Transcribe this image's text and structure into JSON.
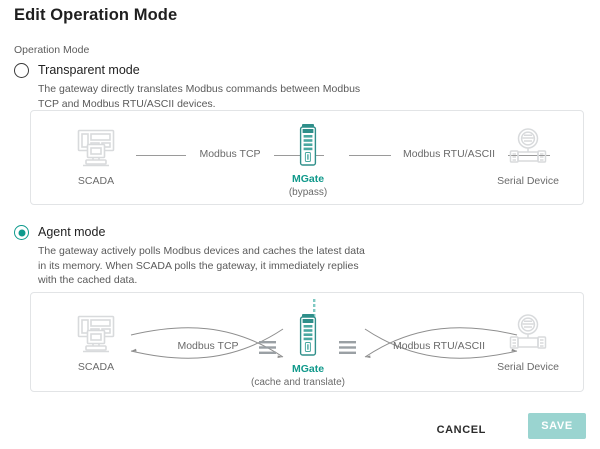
{
  "dialog": {
    "title": "Edit Operation Mode",
    "field_label": "Operation Mode"
  },
  "theme": {
    "accent": "#0e9a8d",
    "accent_text": "#11998b",
    "save_bg": "#9ad4d0",
    "panel_border": "#e2e4e6",
    "muted_text": "#6a6a6a",
    "icon_gray": "#d4d6d8"
  },
  "options": [
    {
      "id": "transparent",
      "label": "Transparent mode",
      "selected": false,
      "description": "The gateway directly translates Modbus commands between Modbus TCP and Modbus RTU/ASCII devices.",
      "diagram": {
        "style": "straight",
        "left_node": {
          "icon": "scada-workstation-icon",
          "name": "SCADA",
          "sub": ""
        },
        "center_node": {
          "icon": "mgate-device-icon",
          "name": "MGate",
          "sub": "(bypass)"
        },
        "right_node": {
          "icon": "serial-meter-icon",
          "name": "Serial Device",
          "sub": ""
        },
        "left_link_label": "Modbus TCP",
        "right_link_label": "Modbus RTU/ASCII"
      }
    },
    {
      "id": "agent",
      "label": "Agent mode",
      "selected": true,
      "description": "The gateway actively polls Modbus devices and caches the latest data in its memory. When SCADA polls the gateway, it immediately replies with the cached data.",
      "diagram": {
        "style": "curved",
        "left_node": {
          "icon": "scada-workstation-icon",
          "name": "SCADA",
          "sub": ""
        },
        "center_node": {
          "icon": "mgate-device-icon",
          "name": "MGate",
          "sub": "(cache and translate)"
        },
        "right_node": {
          "icon": "serial-meter-icon",
          "name": "Serial Device",
          "sub": ""
        },
        "left_link_label": "Modbus TCP",
        "right_link_label": "Modbus RTU/ASCII"
      }
    }
  ],
  "footer": {
    "cancel_label": "CANCEL",
    "save_label": "SAVE"
  }
}
